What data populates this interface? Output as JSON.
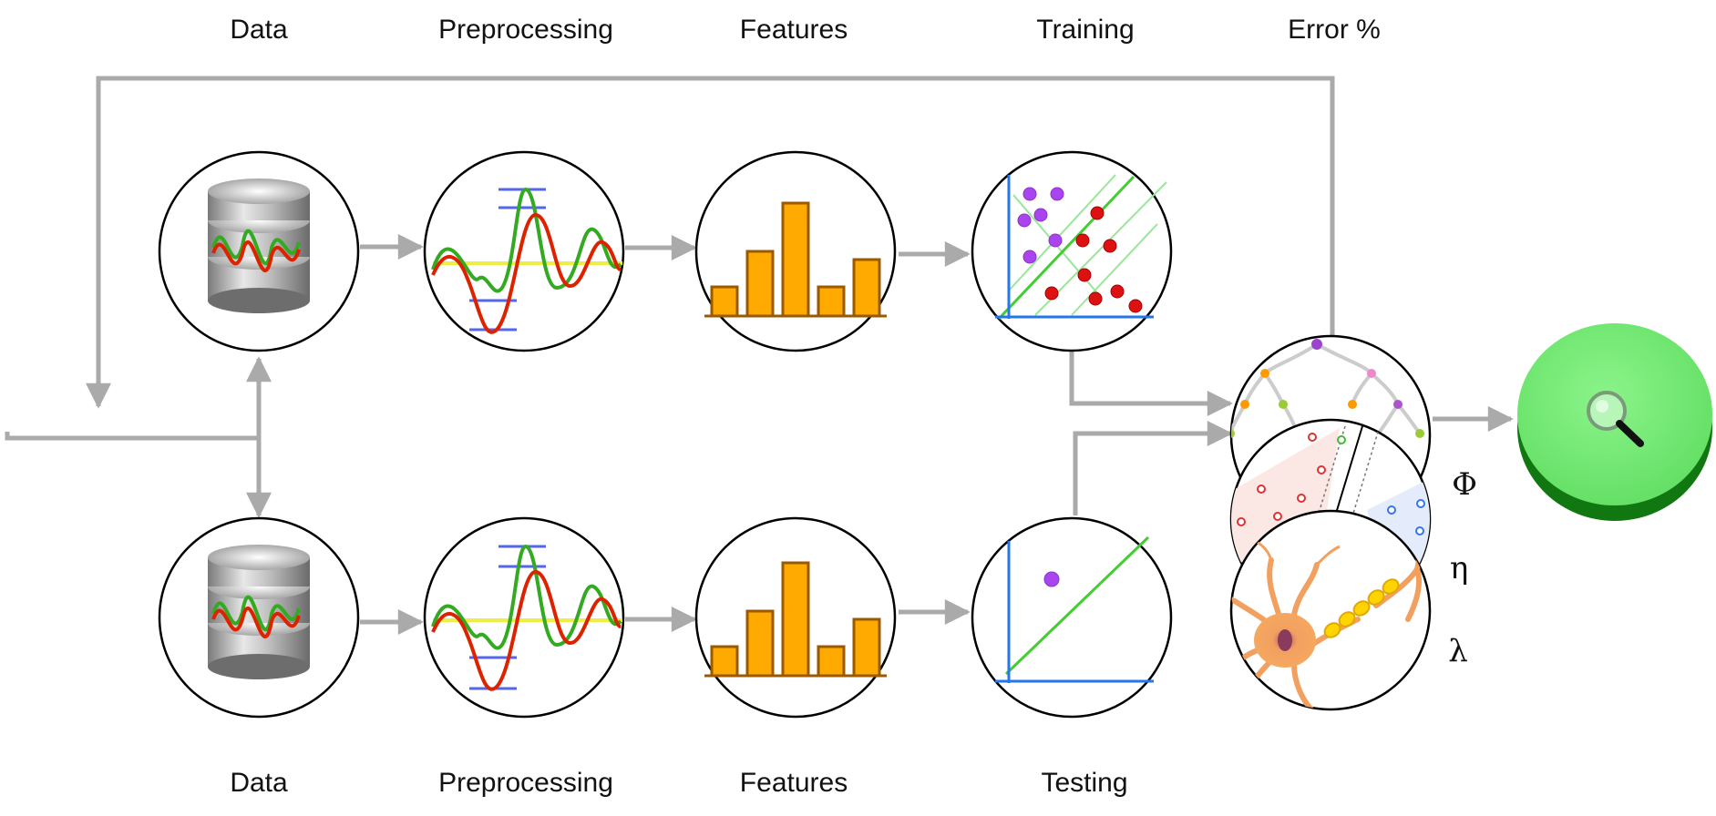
{
  "top_labels": {
    "data": "Data",
    "preprocessing": "Preprocessing",
    "features": "Features",
    "training": "Training",
    "error": "Error %"
  },
  "bottom_labels": {
    "data": "Data",
    "preprocessing": "Preprocessing",
    "features": "Features",
    "testing": "Testing"
  },
  "model_params": {
    "phi": "Φ",
    "eta": "η",
    "lambda": "λ"
  },
  "colors": {
    "arrow": "#aaaaaa",
    "bar_fill": "#ffaa00",
    "bar_stroke": "#9a5a00",
    "signal_green": "#33aa22",
    "signal_red": "#dd2200",
    "signal_yellow": "#eeee44",
    "marker_blue": "#5566ee",
    "axis_blue": "#2277ee",
    "point_purple": "#aa44ee",
    "point_red": "#dd1111",
    "result_green": "#77ee77",
    "result_dark": "#117711"
  },
  "icons": {
    "database": "database-icon",
    "signal": "signal-chart-icon",
    "histogram": "feature-histogram-icon",
    "scatter": "classification-scatter-icon",
    "tree": "decision-tree-icon",
    "svm": "svm-margin-icon",
    "neuron": "neuron-icon",
    "result": "magnifier-result-icon"
  }
}
